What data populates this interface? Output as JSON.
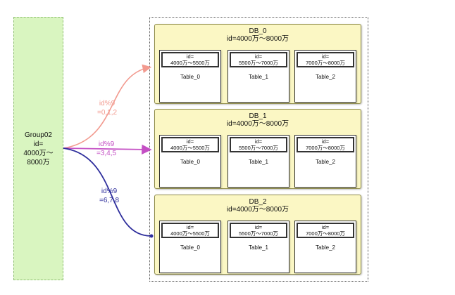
{
  "group": {
    "lines": [
      "Group02",
      "id=",
      "4000万～",
      "8000万"
    ]
  },
  "routes": [
    {
      "lines": [
        "id%9",
        "=0,1,2"
      ],
      "color": "#f29a8f"
    },
    {
      "lines": [
        "id%9",
        "=3,4,5"
      ],
      "color": "#c44fc4"
    },
    {
      "lines": [
        "id%9",
        "=6,7,8"
      ],
      "color": "#2e2e9c"
    }
  ],
  "databases": [
    {
      "title": "DB_0",
      "range": "id=4000万～8000万",
      "tables": [
        {
          "label": "id=",
          "range": "4000万～5500万",
          "name": "Table_0"
        },
        {
          "label": "id=",
          "range": "5500万～7000万",
          "name": "Table_1"
        },
        {
          "label": "id=",
          "range": "7000万～8000万",
          "name": "Table_2"
        }
      ]
    },
    {
      "title": "DB_1",
      "range": "id=4000万～8000万",
      "tables": [
        {
          "label": "id=",
          "range": "4000万～5500万",
          "name": "Table_0"
        },
        {
          "label": "id=",
          "range": "5500万～7000万",
          "name": "Table_1"
        },
        {
          "label": "id=",
          "range": "7000万～8000万",
          "name": "Table_2"
        }
      ]
    },
    {
      "title": "DB_2",
      "range": "id=4000万～8000万",
      "tables": [
        {
          "label": "id=",
          "range": "4000万～5500万",
          "name": "Table_0"
        },
        {
          "label": "id=",
          "range": "5500万～7000万",
          "name": "Table_1"
        },
        {
          "label": "id=",
          "range": "7000万～8000万",
          "name": "Table_2"
        }
      ]
    }
  ]
}
